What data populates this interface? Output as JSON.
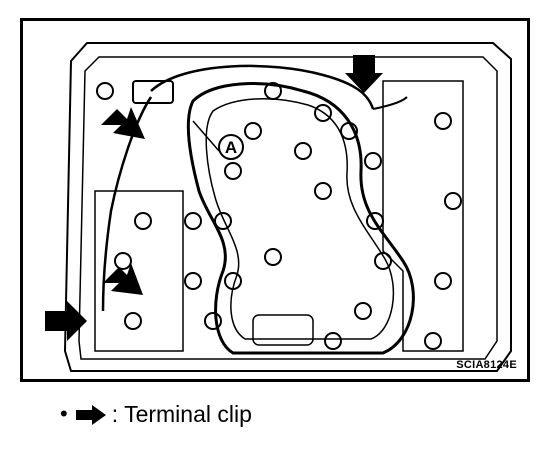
{
  "figure": {
    "callout_label": "A",
    "figure_code": "SCIA8124E"
  },
  "legend": {
    "bullet": "•",
    "text": ": Terminal clip",
    "arrow_icon": "right-arrow-icon"
  },
  "colors": {
    "line": "#000000",
    "background": "#ffffff",
    "arrow_fill": "#000000"
  }
}
